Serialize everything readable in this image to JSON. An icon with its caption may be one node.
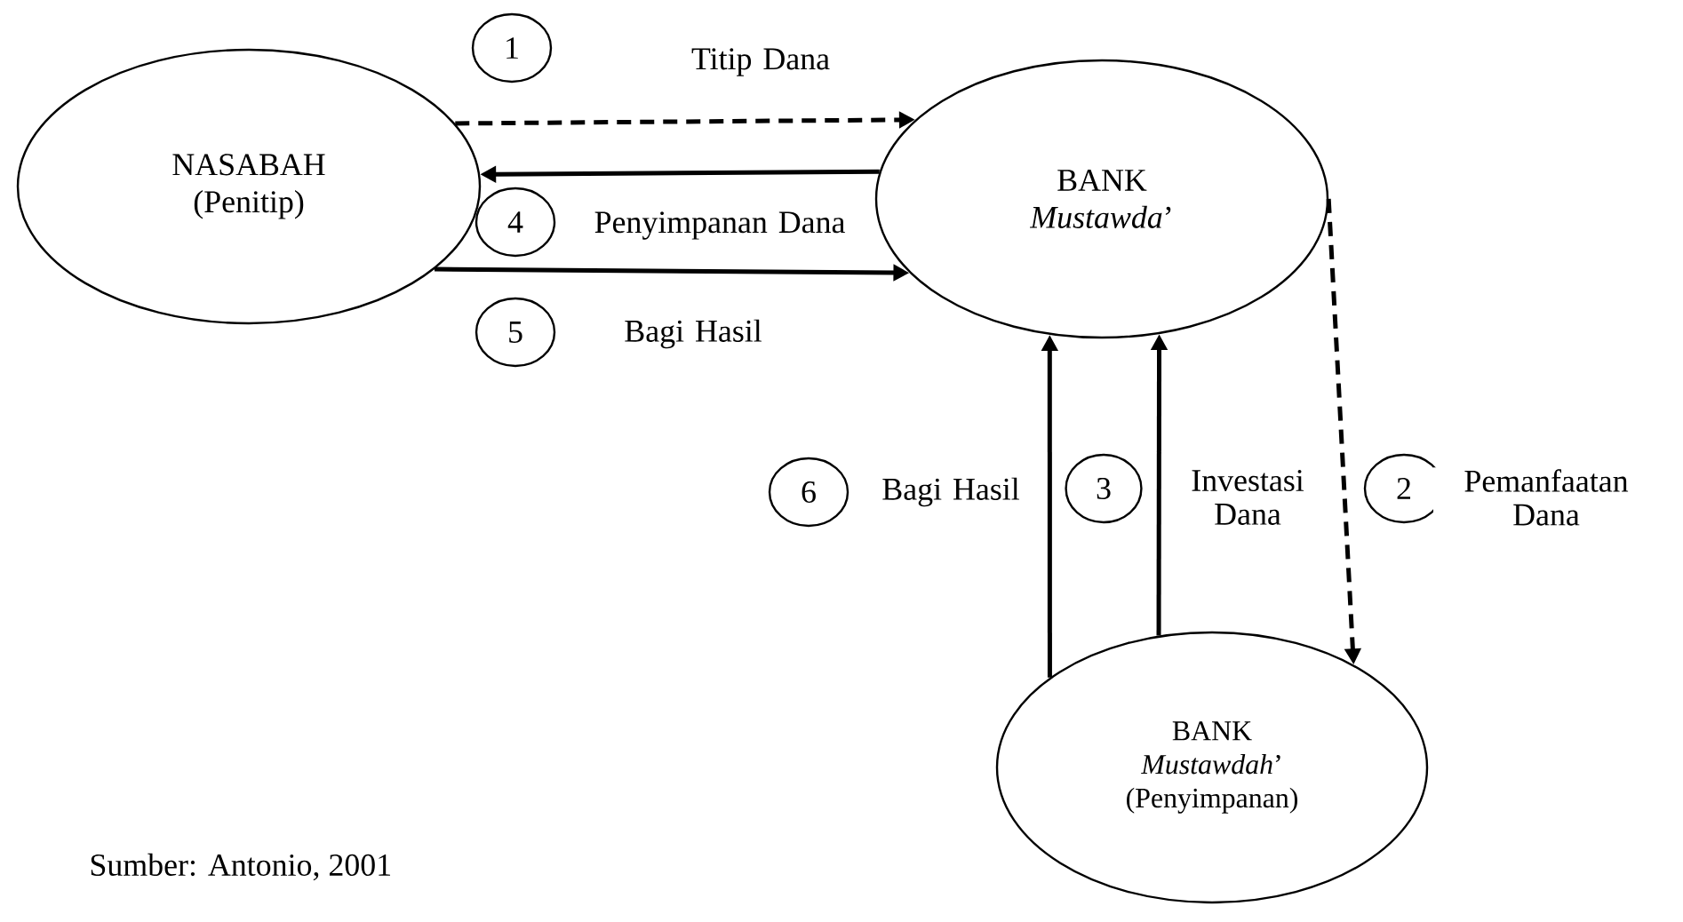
{
  "diagram": {
    "caption": "Sumber: Antonio, 2001",
    "nodes": [
      {
        "text": [
          "NASABAH (Penitip)"
        ]
      },
      {
        "text": [
          "BANK *Mustawda*’"
        ]
      },
      {
        "text": [
          "BANK *Mustawdah*’ (Penyimpanan)"
        ]
      },
      {
        "text": [
          "1"
        ]
      },
      {
        "text": [
          "4"
        ]
      },
      {
        "text": [
          "5"
        ]
      },
      {
        "text": [
          "6"
        ]
      },
      {
        "text": [
          "3"
        ]
      },
      {
        "text": [
          "2"
        ]
      }
    ],
    "edges": [
      {
        "from": 0,
        "to": 1,
        "arrow": "to",
        "label": "Titip Dana",
        "style": "dashed"
      },
      {
        "from": 1,
        "to": 0,
        "arrow": "to",
        "label": "Penyimpanan Dana"
      },
      {
        "from": 0,
        "to": 1,
        "arrow": "to",
        "label": "Bagi Hasil"
      },
      {
        "from": 2,
        "to": 1,
        "arrow": "to",
        "label": "Bagi Hasil"
      },
      {
        "from": 2,
        "to": 1,
        "arrow": "to",
        "label": "Investasi Dana"
      },
      {
        "from": 1,
        "to": 2,
        "arrow": "to",
        "label": "Pemanfaatan Dana",
        "style": "dashed"
      }
    ]
  }
}
